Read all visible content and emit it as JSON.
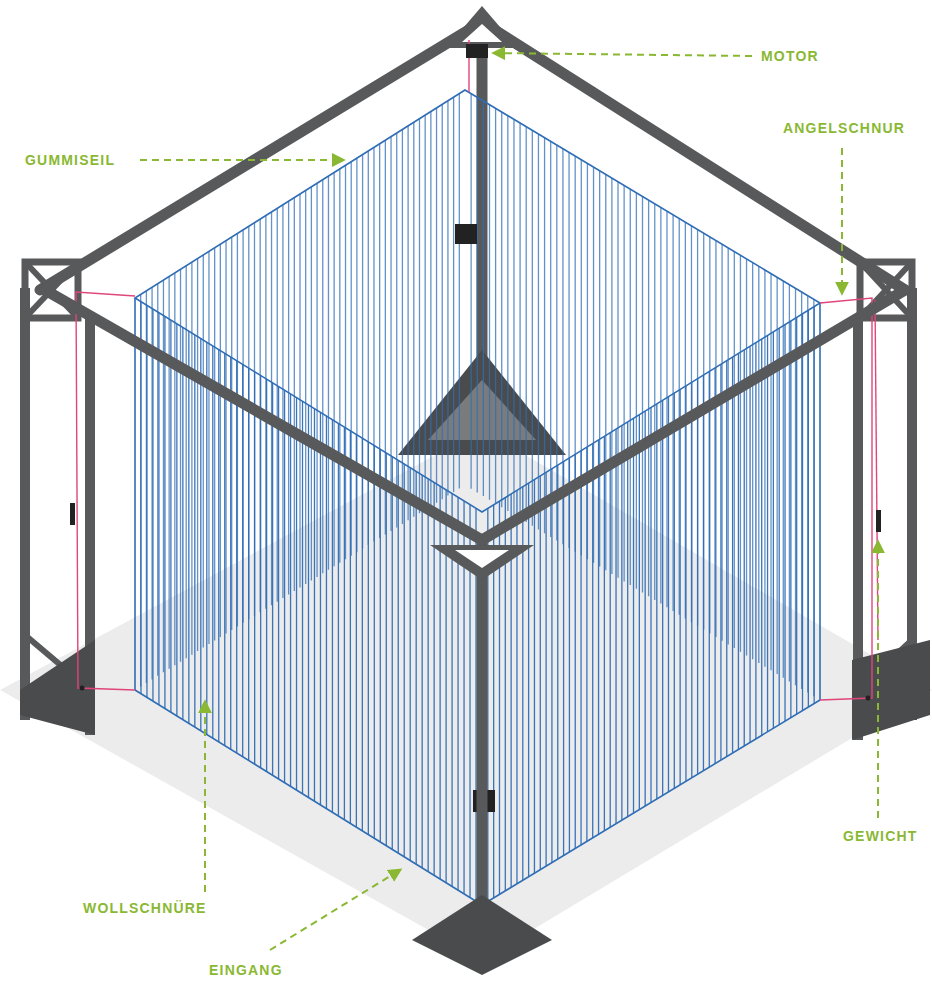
{
  "diagram": {
    "labels": [
      "MOTOR",
      "GUMMISEIL",
      "ANGELSCHNUR",
      "GEWICHT",
      "WOLLSCHNÜRE",
      "EINGANG"
    ]
  }
}
